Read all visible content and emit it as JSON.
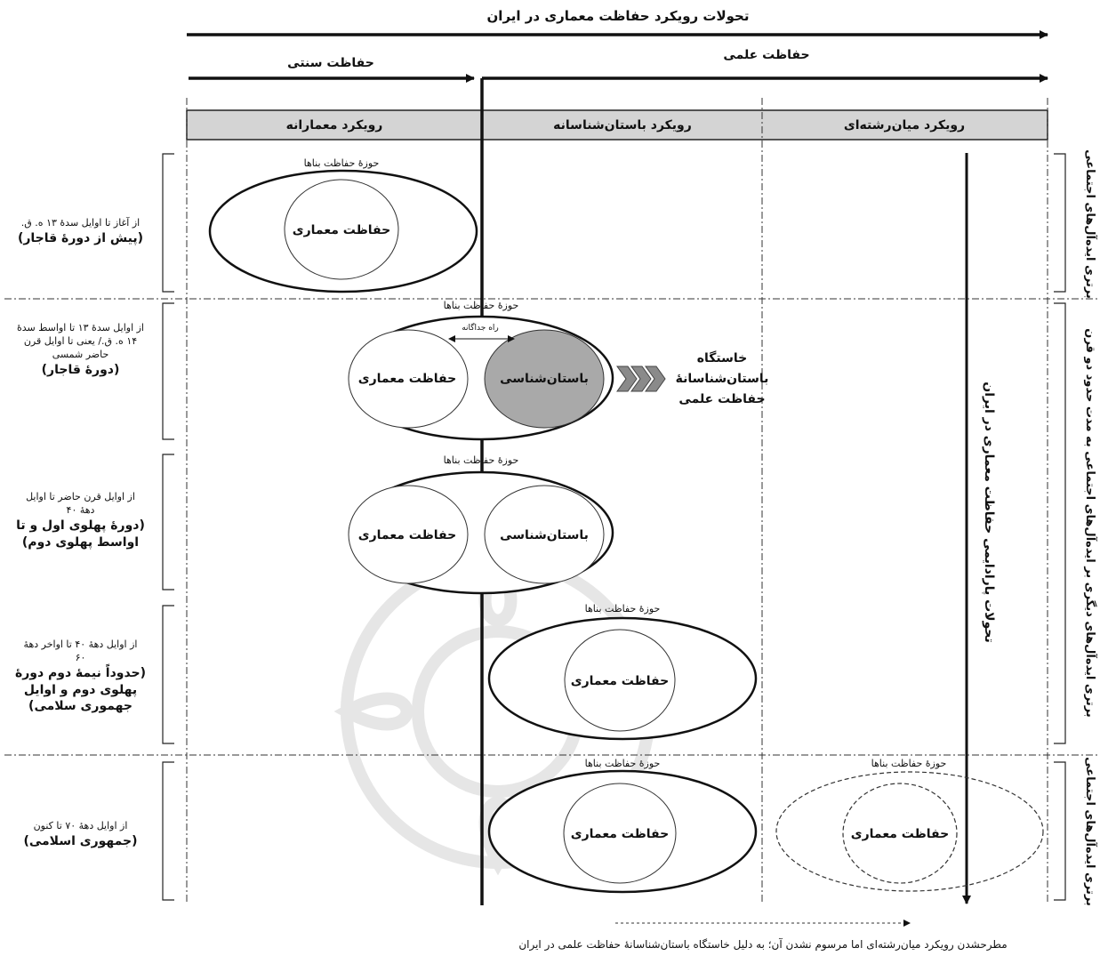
{
  "title": "تحولات رویکرد حفاظت معماری در ایران",
  "approaches": {
    "traditional": "حفاظت سنتی",
    "scientific": "حفاظت علمی"
  },
  "columns": [
    "رویکرد معمارانه",
    "رویکرد باستان‌شناسانه",
    "رویکرد میان‌رشته‌ای"
  ],
  "paradigm_axis": "تحولات پارادایمی حفاظت معماری در ایران",
  "rows": [
    {
      "period_lines": [
        "از آغاز تا اوایل سدهٔ ۱۳ ه. ق."
      ],
      "period_bold": [
        "(پیش از دورهٔ قاجار)"
      ]
    },
    {
      "period_lines": [
        "از اوایل سدهٔ ۱۳ تا اواسط سدهٔ",
        "۱۴ ه. ق./ یعنی تا اوایل قرن",
        "حاضر شمسی"
      ],
      "period_bold": [
        "(دورهٔ قاجار)"
      ]
    },
    {
      "period_lines": [
        "از اوایل قرن حاضر تا اوایل",
        "دههٔ ۴۰"
      ],
      "period_bold": [
        "(دورهٔ پهلوی اول و تا",
        "اواسط پهلوی دوم)"
      ]
    },
    {
      "period_lines": [
        "از اوایل دههٔ ۴۰ تا اواخر دههٔ",
        "۶۰"
      ],
      "period_bold": [
        "(حدوداً نیمهٔ دوم دورهٔ",
        "پهلوی دوم و اوایل",
        "جهموری سلامی)"
      ]
    },
    {
      "period_lines": [
        "از اوایل دههٔ ۷۰ تا کنون"
      ],
      "period_bold": [
        "(جمهوری اسلامی)"
      ]
    }
  ],
  "eras": [
    "برتری ایده‌آل‌های اجتماعی",
    "برتری ایده‌آل‌های دیگری بر ایده‌آل‌های اجتماعی به مدت حدود دو قرن",
    "برتری ایده‌آل‌های اجتماعی"
  ],
  "labels": {
    "building_domain": "حوزهٔ حفاظت بناها",
    "arch_conservation": "حفاظت معماری",
    "archaeology": "باستان‌شناسی",
    "separate_path": "راه جداگانه",
    "origin_text": [
      "خاستگاه",
      "باستان‌شناسانهٔ",
      "حفاظت علمی"
    ]
  },
  "footnote": "مطرحشدن رویکرد میان‌رشته‌ای اما مرسوم نشدن آن؛ به دلیل خاستگاه باستان‌شناسانهٔ حفاظت علمی در ایران",
  "colors": {
    "header_fill": "#d4d4d4",
    "archaeology_fill": "#a9a9a9",
    "watermark": "#dcdcdc"
  }
}
